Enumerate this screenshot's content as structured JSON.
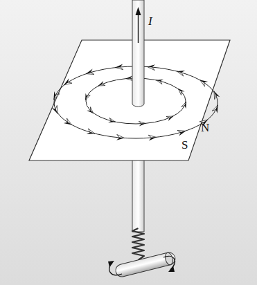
{
  "diagram": {
    "labels": [
      "I",
      "N",
      "S"
    ]
  }
}
